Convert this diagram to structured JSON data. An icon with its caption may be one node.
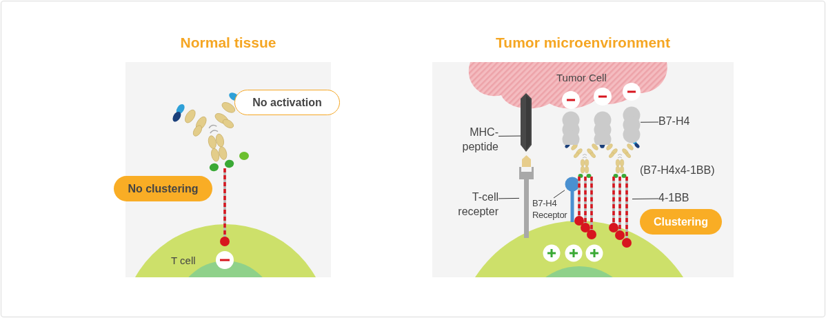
{
  "diagram": {
    "nodes": [
      {
        "text": [
          "Normal tissue"
        ]
      },
      {
        "text": [
          "No activation"
        ],
        "in": 0
      },
      {
        "text": [
          "No clustering"
        ],
        "in": 0
      },
      {
        "text": [
          "Tumor microenvironment"
        ]
      },
      {
        "text": [
          "MHC- peptide"
        ],
        "in": 3
      },
      {
        "text": [],
        "shape": "picture",
        "in": 3
      },
      {
        "text": [
          "B7-H4"
        ],
        "in": 3
      },
      {
        "text": [],
        "shape": "picture",
        "in": 3
      },
      {
        "text": [
          "T-cell recepter"
        ],
        "in": 3
      },
      {
        "text": [],
        "shape": "picture",
        "in": 3
      },
      {
        "text": [
          "B7-H4 Receptor"
        ],
        "in": 3
      },
      {
        "text": [],
        "shape": "picture",
        "in": 3
      },
      {
        "text": [
          "4-1BB"
        ],
        "in": 3
      },
      {
        "text": [],
        "shape": "picture",
        "in": 3
      },
      {
        "text": [
          "Clustering"
        ],
        "in": 3
      },
      {
        "text": [],
        "shape": "picture",
        "in": 0
      }
    ],
    "edges": [
      {
        "from": 4,
        "to": 5,
        "arrow": "none"
      },
      {
        "from": 6,
        "to": 7,
        "arrow": "none"
      },
      {
        "from": 8,
        "to": 9,
        "arrow": "none"
      },
      {
        "from": 10,
        "to": 11,
        "arrow": "none"
      },
      {
        "from": 12,
        "to": 13,
        "arrow": "none"
      }
    ],
    "labels": [
      "T cell",
      "Tumor Cell",
      "(B7-H4x4-1BB)"
    ]
  }
}
